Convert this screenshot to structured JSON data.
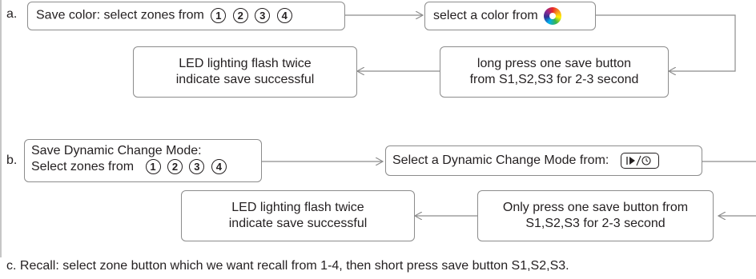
{
  "colors": {
    "line": "#8c8c8c",
    "text": "#231f20"
  },
  "section_a": {
    "label": "a.",
    "box1_text": "Save color: select zones from",
    "zones": [
      "1",
      "2",
      "3",
      "4"
    ],
    "box2_text": "select a color from",
    "box2_icon": "color-wheel-icon",
    "box3_lines": [
      "long press one save button",
      "from S1,S2,S3 for 2-3 second"
    ],
    "box4_lines": [
      "LED lighting flash twice",
      "indicate save successful"
    ]
  },
  "section_b": {
    "label": "b.",
    "box1_line1": "Save Dynamic Change Mode:",
    "box1_line2": "Select zones from",
    "zones": [
      "1",
      "2",
      "3",
      "4"
    ],
    "box2_text": "Select a Dynamic Change Mode from:",
    "box2_icon": "play-timer-button-icon",
    "box3_lines": [
      "Only press one save button from",
      "S1,S2,S3 for 2-3 second"
    ],
    "box4_lines": [
      "LED lighting flash twice",
      "indicate save successful"
    ]
  },
  "section_c": {
    "text": "c. Recall: select zone button which we want recall from 1-4, then short press save button S1,S2,S3."
  }
}
